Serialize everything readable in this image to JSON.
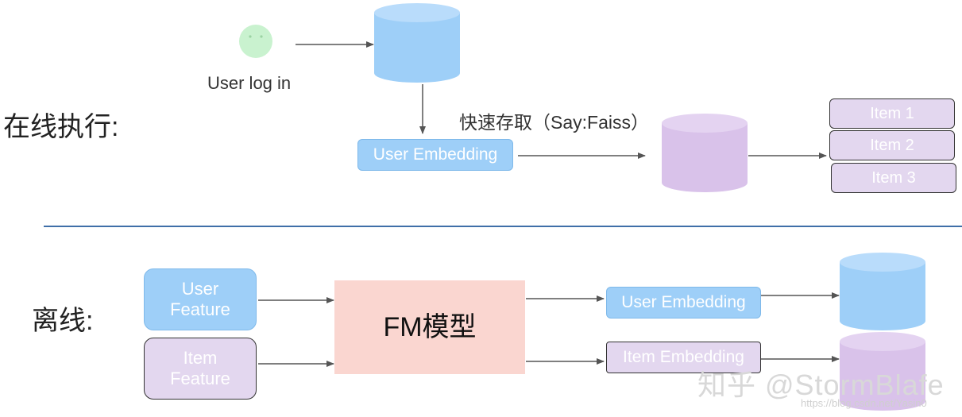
{
  "online": {
    "section_label": "在线执行:",
    "user_login_label": "User log in",
    "user_embedding_label": "User Embedding",
    "fast_access_label": "快速存取（Say:Faiss）",
    "items": [
      "Item 1",
      "Item 2",
      "Item 3"
    ]
  },
  "offline": {
    "section_label": "离线:",
    "user_feature_label": "User\nFeature",
    "item_feature_label": "Item\nFeature",
    "model_label": "FM模型",
    "user_embedding_label": "User Embedding",
    "item_embedding_label": "Item Embedding"
  },
  "watermark": {
    "zhihu": "知乎 @StormBlafe",
    "url": "https://blog.csdn.net/Yasin0"
  },
  "colors": {
    "blue": "#9ecff8",
    "purple": "#e3d7ef",
    "model": "#fad6d0",
    "divider": "#3f6fa8",
    "avatar": "#c9f2cf"
  }
}
